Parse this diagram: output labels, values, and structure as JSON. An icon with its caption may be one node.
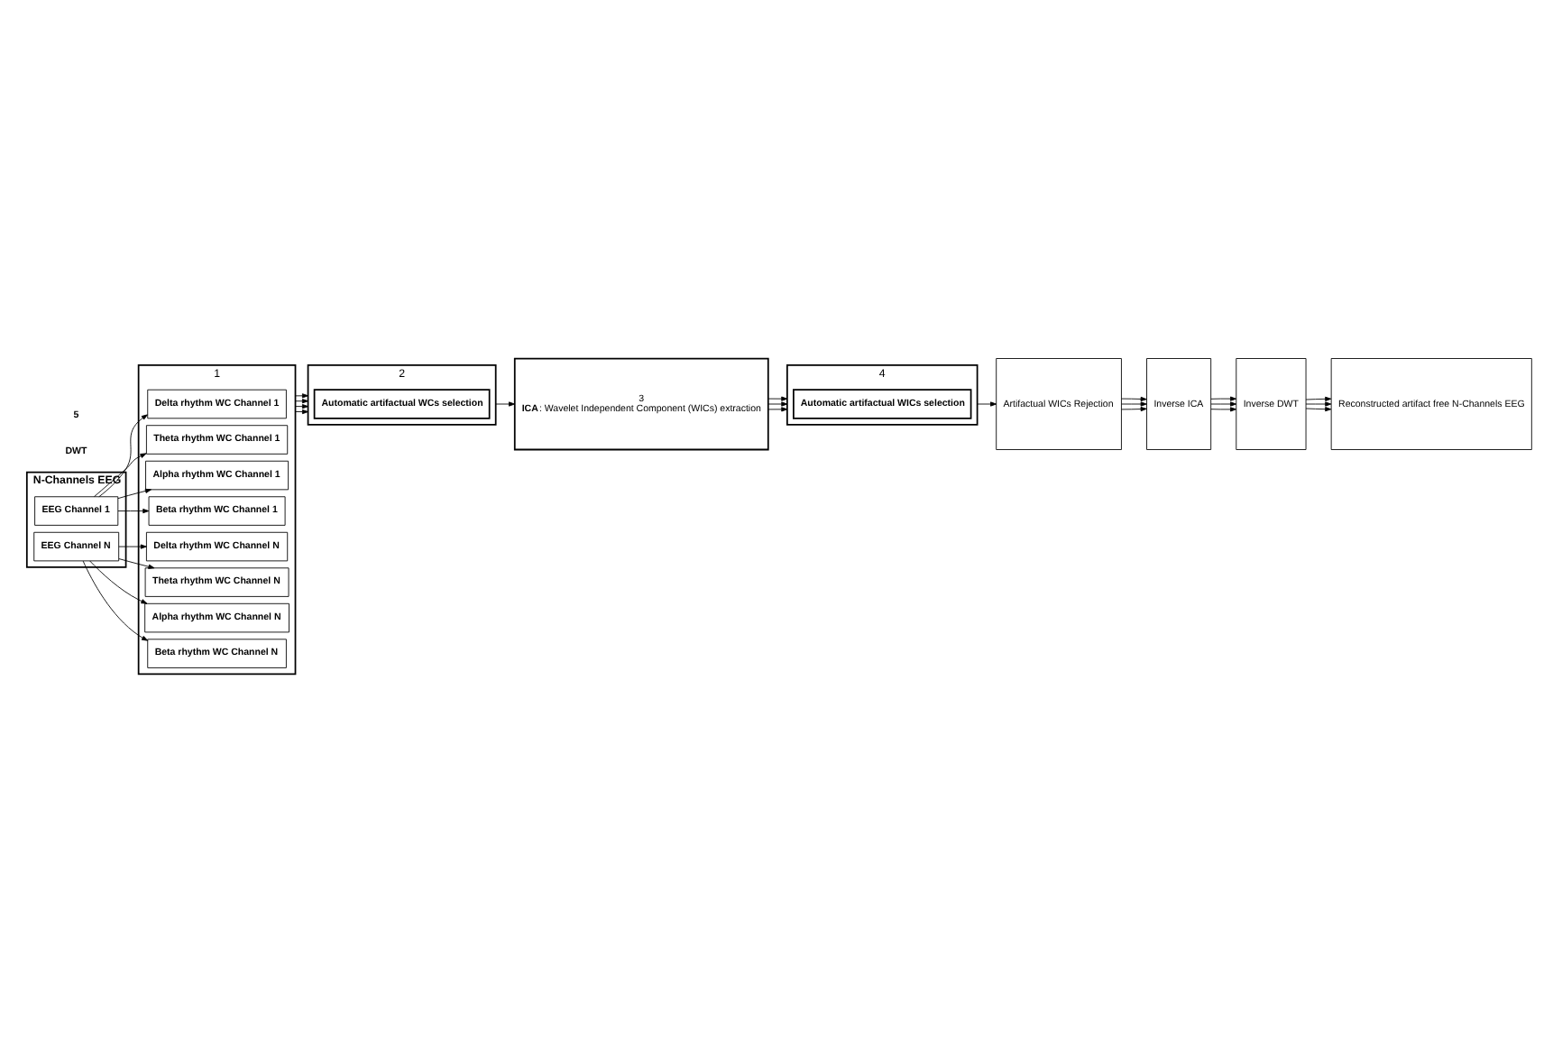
{
  "diagram": {
    "nodes": [
      {
        "text": [
          "N-Channels EEG"
        ]
      },
      {
        "text": [
          "EEG Channel 1"
        ],
        "in": 0
      },
      {
        "text": [
          "EEG Channel N"
        ],
        "in": 0
      },
      {
        "text": [
          "1"
        ]
      },
      {
        "text": [
          "Delta rhythm WC Channel 1"
        ],
        "in": 3
      },
      {
        "text": [
          "Theta rhythm WC Channel 1"
        ],
        "in": 3
      },
      {
        "text": [
          "Alpha rhythm WC Channel 1"
        ],
        "in": 3
      },
      {
        "text": [
          "Beta rhythm WC Channel 1"
        ],
        "in": 3
      },
      {
        "text": [
          "Delta rhythm WC Channel N"
        ],
        "in": 3
      },
      {
        "text": [
          "Theta rhythm WC Channel N"
        ],
        "in": 3
      },
      {
        "text": [
          "Alpha rhythm WC Channel N"
        ],
        "in": 3
      },
      {
        "text": [
          "Beta rhythm WC Channel N"
        ],
        "in": 3
      },
      {
        "text": [
          "2"
        ]
      },
      {
        "text": [
          "Automatic artifactual WCs selection"
        ],
        "in": 12
      },
      {
        "text": [
          "3",
          "**ICA**: Wavelet Independent Component (WICs) extraction"
        ]
      },
      {
        "text": [
          "4"
        ]
      },
      {
        "text": [
          "Automatic artifactual WICs selection"
        ],
        "in": 15
      },
      {
        "text": [
          "Artifactual WICs Rejection"
        ]
      },
      {
        "text": [
          "Inverse ICA"
        ]
      },
      {
        "text": [
          "Inverse DWT"
        ]
      },
      {
        "text": [
          "Reconstructed artifact free N-Channels EEG"
        ]
      }
    ],
    "edges": [
      {
        "from": 1,
        "to": 4,
        "arrow": "to"
      },
      {
        "from": 1,
        "to": 5,
        "arrow": "to"
      },
      {
        "from": 1,
        "to": 6,
        "arrow": "to"
      },
      {
        "from": 1,
        "to": 7,
        "arrow": "to"
      },
      {
        "from": 2,
        "to": 8,
        "arrow": "to"
      },
      {
        "from": 2,
        "to": 9,
        "arrow": "to"
      },
      {
        "from": 2,
        "to": 10,
        "arrow": "to"
      },
      {
        "from": 2,
        "to": 11,
        "arrow": "to"
      },
      {
        "from": 3,
        "to": 12,
        "arrow": "to"
      },
      {
        "from": 3,
        "to": 12,
        "arrow": "to"
      },
      {
        "from": 3,
        "to": 12,
        "arrow": "to"
      },
      {
        "from": 3,
        "to": 12,
        "arrow": "to"
      },
      {
        "from": 12,
        "to": 14,
        "arrow": "to"
      },
      {
        "from": 14,
        "to": 15,
        "arrow": "to"
      },
      {
        "from": 14,
        "to": 15,
        "arrow": "to"
      },
      {
        "from": 14,
        "to": 15,
        "arrow": "to"
      },
      {
        "from": 15,
        "to": 17,
        "arrow": "to"
      },
      {
        "from": 17,
        "to": 18,
        "arrow": "to"
      },
      {
        "from": 17,
        "to": 18,
        "arrow": "to"
      },
      {
        "from": 17,
        "to": 18,
        "arrow": "to"
      },
      {
        "from": 18,
        "to": 19,
        "arrow": "to"
      },
      {
        "from": 18,
        "to": 19,
        "arrow": "to"
      },
      {
        "from": 18,
        "to": 19,
        "arrow": "to"
      },
      {
        "from": 19,
        "to": 20,
        "arrow": "to"
      },
      {
        "from": 19,
        "to": 20,
        "arrow": "to"
      },
      {
        "from": 19,
        "to": 20,
        "arrow": "to"
      }
    ],
    "labels": [
      "DWT",
      "5"
    ]
  }
}
